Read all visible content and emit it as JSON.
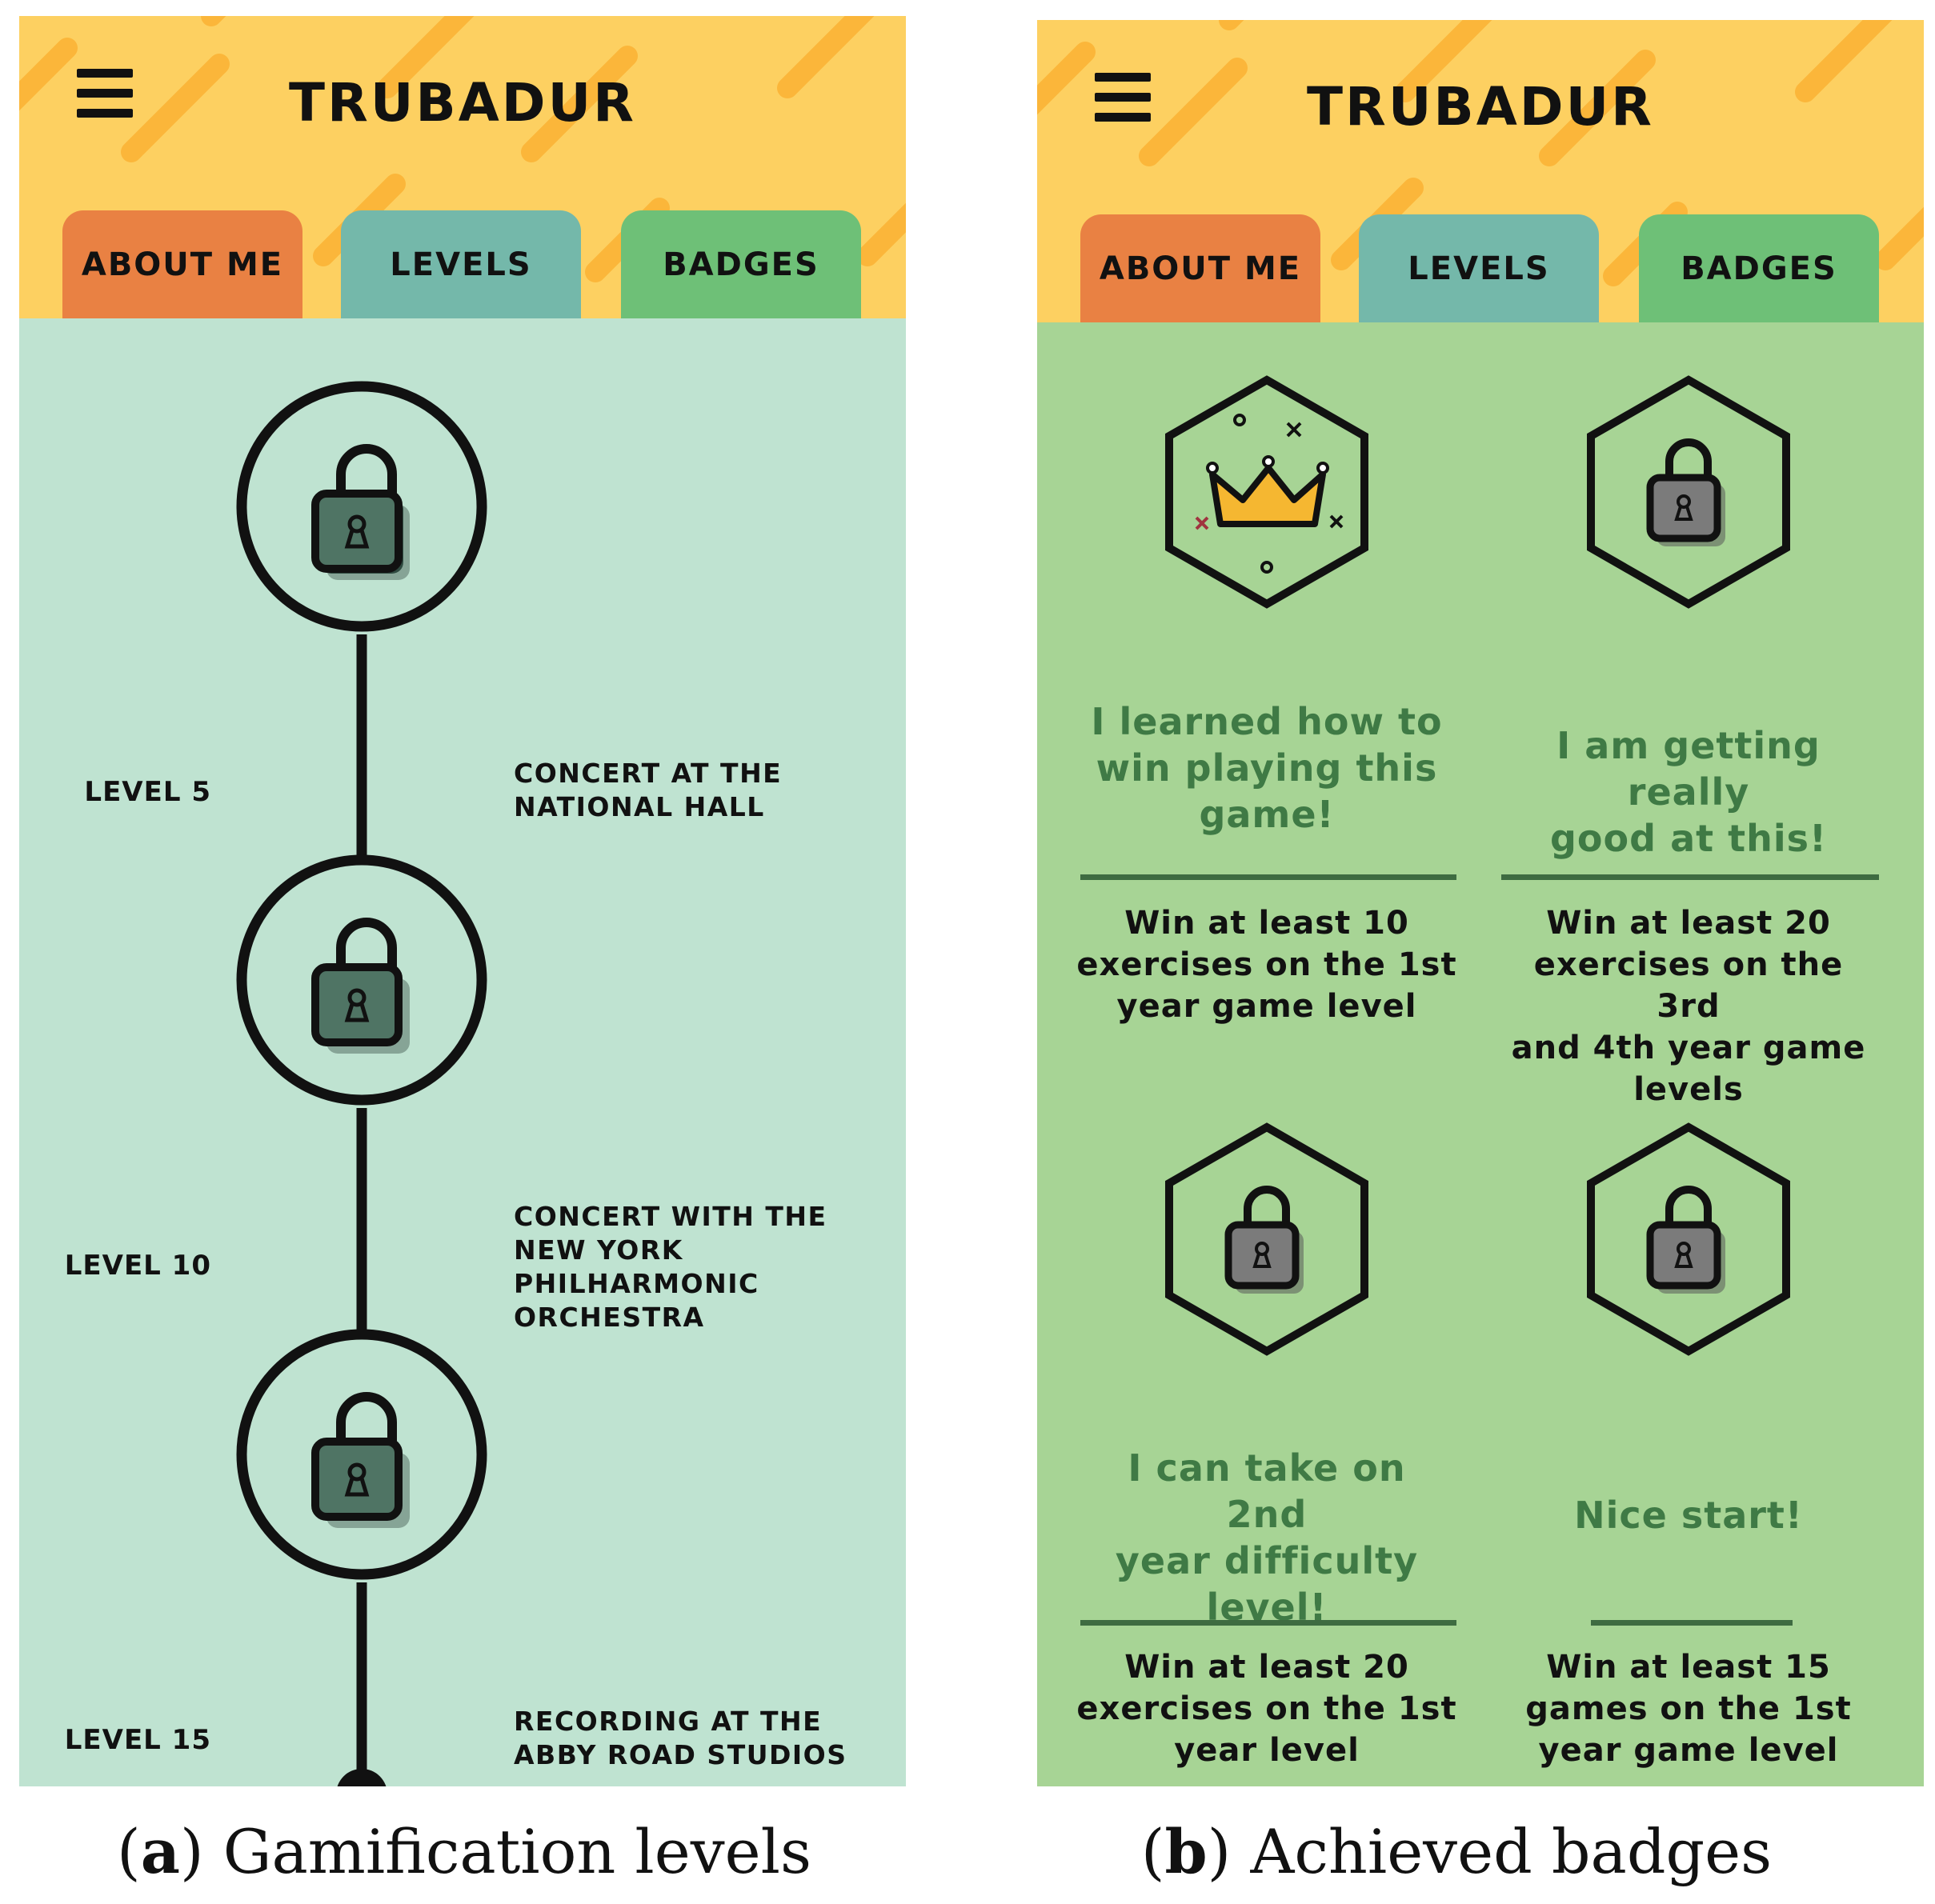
{
  "panels": {
    "a": {
      "app_title": "TRUBADUR",
      "tabs": [
        "ABOUT ME",
        "LEVELS",
        "BADGES"
      ],
      "levels": [
        {
          "label": "LEVEL 5",
          "description": "CONCERT AT THE\nNATIONAL HALL"
        },
        {
          "label": "LEVEL 10",
          "description": "CONCERT WITH THE\nNEW YORK\nPHILHARMONIC\nORCHESTRA"
        },
        {
          "label": "LEVEL 15",
          "description": "RECORDING AT THE\nABBY ROAD STUDIOS"
        }
      ],
      "caption_letter": "a",
      "caption_text": "Gamification levels"
    },
    "b": {
      "app_title": "TRUBADUR",
      "tabs": [
        "ABOUT ME",
        "LEVELS",
        "BADGES"
      ],
      "badges": [
        {
          "icon": "crown-icon",
          "achieved": true,
          "title_lines": [
            "I learned how to",
            "win playing this",
            "game!"
          ],
          "condition_lines": [
            "Win at least 10",
            "exercises on the 1st",
            "year game level"
          ]
        },
        {
          "icon": "lock-icon",
          "achieved": false,
          "title_lines": [
            "I am getting really",
            "good at this!"
          ],
          "condition_lines": [
            "Win at least 20",
            "exercises on the 3rd",
            "and 4th year game",
            "levels"
          ]
        },
        {
          "icon": "lock-icon",
          "achieved": false,
          "title_lines": [
            "I can take on 2nd",
            "year difficulty",
            "level!"
          ],
          "condition_lines": [
            "Win at least 20",
            "exercises on the 1st",
            "year level"
          ]
        },
        {
          "icon": "lock-icon",
          "achieved": false,
          "title_lines": [
            "Nice start!"
          ],
          "condition_lines": [
            "Win at least 15",
            "games on the 1st",
            "year game level"
          ]
        }
      ],
      "caption_letter": "b",
      "caption_text": "Achieved badges"
    }
  },
  "colors": {
    "header_yellow": "#fdd061",
    "stripe_orange": "#fbb63a",
    "tab_about": "#e98143",
    "tab_levels": "#74b8aa",
    "tab_badges": "#6ec077",
    "levels_bg": "#bfe3d1",
    "badges_bg": "#a7d495",
    "badge_title_text": "#3f7a45"
  }
}
